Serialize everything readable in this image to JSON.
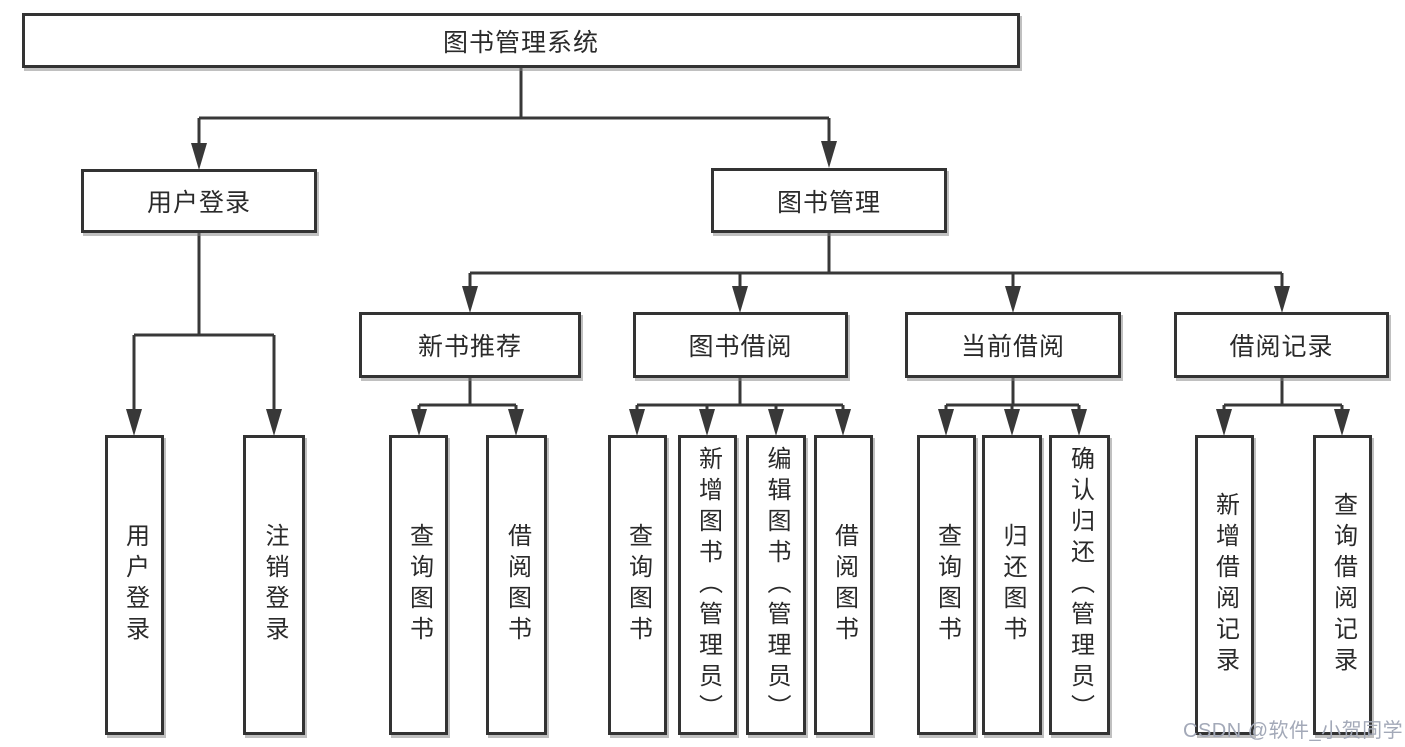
{
  "labels": {
    "root": "图书管理系统",
    "user_login": "用户登录",
    "book_management": "图书管理",
    "new_book_recommend": "新书推荐",
    "book_borrow": "图书借阅",
    "current_borrow": "当前借阅",
    "borrow_records": "借阅记录",
    "leaf_user_login": "用户登录",
    "leaf_logout": "注销登录",
    "leaf_nb_query": "查询图书",
    "leaf_nb_borrow": "借阅图书",
    "leaf_bb_query": "查询图书",
    "leaf_bb_add": "新增图书（管理员）",
    "leaf_bb_edit": "编辑图书（管理员）",
    "leaf_bb_borrow": "借阅图书",
    "leaf_cb_query": "查询图书",
    "leaf_cb_return": "归还图书",
    "leaf_cb_confirm": "确认归还（管理员）",
    "leaf_br_add": "新增借阅记录",
    "leaf_br_query": "查询借阅记录"
  },
  "hierarchy": {
    "图书管理系统": {
      "用户登录": [
        "用户登录",
        "注销登录"
      ],
      "图书管理": {
        "新书推荐": [
          "查询图书",
          "借阅图书"
        ],
        "图书借阅": [
          "查询图书",
          "新增图书（管理员）",
          "编辑图书（管理员）",
          "借阅图书"
        ],
        "当前借阅": [
          "查询图书",
          "归还图书",
          "确认归还（管理员）"
        ],
        "借阅记录": [
          "新增借阅记录",
          "查询借阅记录"
        ]
      }
    }
  },
  "watermark": "CSDN @软件_小贺同学",
  "colors": {
    "line": "#383838",
    "box_border": "#333333",
    "text": "#2a2a2a",
    "watermark": "#a3a9b8",
    "background": "#ffffff"
  }
}
